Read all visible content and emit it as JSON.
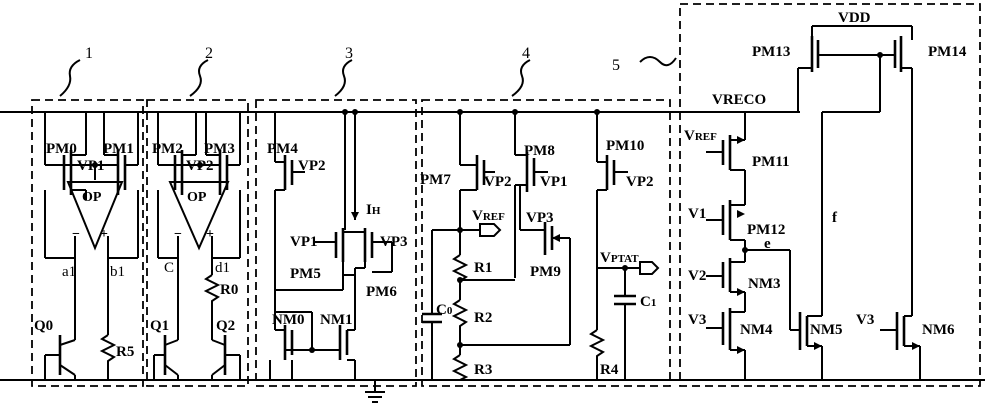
{
  "blocks": [
    {
      "id": "1",
      "label": "1"
    },
    {
      "id": "2",
      "label": "2"
    },
    {
      "id": "3",
      "label": "3"
    },
    {
      "id": "4",
      "label": "4"
    },
    {
      "id": "5",
      "label": "5"
    }
  ],
  "labels": {
    "vdd": "VDD",
    "vreco": "VRECO",
    "pm0": "PM0",
    "pm1": "PM1",
    "vp1_a": "VP1",
    "pm2": "PM2",
    "pm3": "PM3",
    "vp2_a": "VP2",
    "op1": "OP",
    "op2": "OP",
    "minus": "−",
    "plus": "+",
    "a1": "a1",
    "b1": "b1",
    "c1": "C",
    "d1": "d1",
    "r0": "R0",
    "r5": "R5",
    "q0": "Q0",
    "q1": "Q1",
    "q2": "Q2",
    "pm4": "PM4",
    "vp2_b": "VP2",
    "ih": "I",
    "ih_sub": "H",
    "vp1_b": "VP1",
    "vp3_b": "VP3",
    "pm5": "PM5",
    "pm6": "PM6",
    "nm0": "NM0",
    "nm1": "NM1",
    "pm7": "PM7",
    "vp2_c": "VP2",
    "pm8": "PM8",
    "vp1_c": "VP1",
    "vref_main": "V",
    "vref_main_sub": "REF",
    "vp3_c": "VP3",
    "r1": "R1",
    "pm9": "PM9",
    "c0": "C",
    "c0_sub": "0",
    "r2": "R2",
    "r3": "R3",
    "pm10": "PM10",
    "vp2_d": "VP2",
    "vptat": "V",
    "vptat_sub": "PTAT",
    "c1_sub": "1",
    "r4": "R4",
    "pm13": "PM13",
    "pm14": "PM14",
    "vref_in": "V",
    "vref_in_sub": "REF",
    "pm11": "PM11",
    "v1": "V1",
    "pm12": "PM12",
    "e": "e",
    "v2": "V2",
    "nm3": "NM3",
    "v3_a": "V3",
    "nm4": "NM4",
    "nm5": "NM5",
    "f": "f",
    "v3_b": "V3",
    "nm6": "NM6"
  }
}
